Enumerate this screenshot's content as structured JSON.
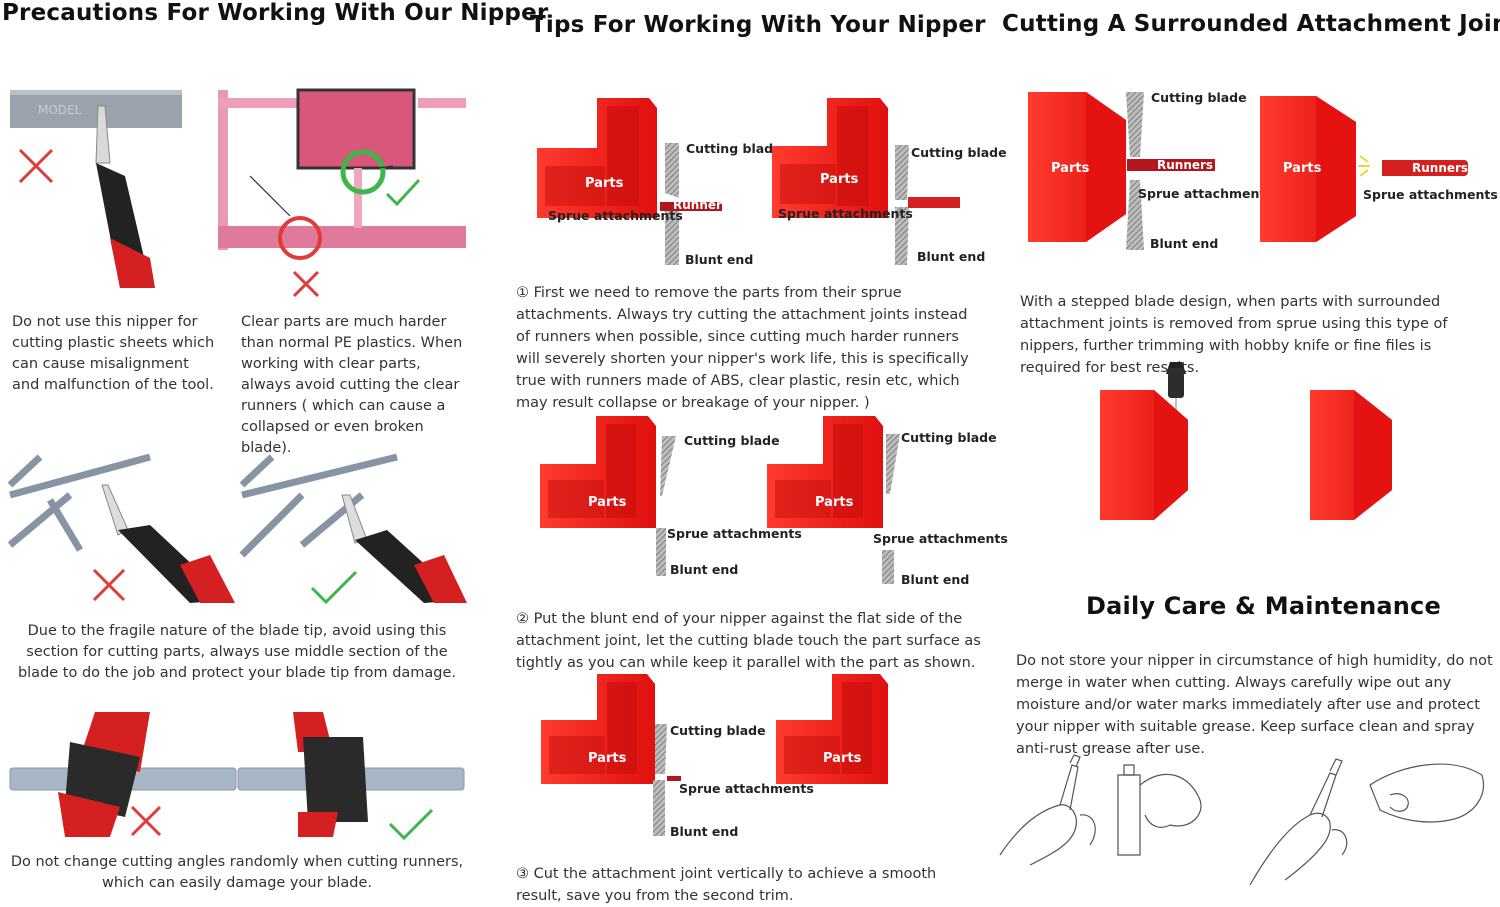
{
  "col1": {
    "heading": "Precautions For Working With Our Nipper",
    "p1": "Do not use this nipper for cutting plastic sheets which can cause misalignment and malfunction of the tool.",
    "p2": "Clear parts are much harder than normal PE plastics. When working with clear parts, always avoid cutting the clear runners ( which can cause a collapsed or even broken blade).",
    "p3": "Due to the fragile nature of the blade tip, avoid using this section for cutting parts, always use  middle section of the blade to do the job and protect your blade tip from damage.",
    "p4": "Do not change cutting angles randomly when cutting runners, which can easily damage your blade."
  },
  "col2": {
    "heading": "Tips For Working With Your Nipper",
    "step1": "① First we need to remove the parts from their sprue attachments. Always try cutting the attachment joints instead of runners when possible, since cutting much harder runners will severely shorten your nipper's work life, this is specifically true with runners made of ABS, clear  plastic, resin etc, which may result collapse or breakage of your nipper. )",
    "step2": "② Put the blunt end of your nipper against the flat side of the attachment joint, let the cutting blade touch the part surface as tightly as you can while keep it parallel with the part as shown.",
    "step3": "③ Cut the attachment joint vertically to achieve a smooth result, save you from the second trim.",
    "labels": {
      "parts": "Parts",
      "cutting_blade": "Cutting blade",
      "sprue": "Sprue attachments",
      "runners": "Runners",
      "blunt": "Blunt end"
    }
  },
  "col3": {
    "heading": "Cutting A Surrounded Attachment Joint",
    "p1": "With a stepped blade design, when parts with surrounded attachment joints is removed from sprue using this type of nippers, further trimming with hobby knife or fine files is required for best results.",
    "heading2": "Daily Care & Maintenance",
    "p2": "Do not store your nipper in circumstance of high humidity, do not merge in water when cutting. Always carefully wipe out any moisture and/or water marks immediately after use and protect your nipper with suitable grease. Keep surface clean and spray anti-rust grease after use."
  },
  "colors": {
    "red": "#e01818",
    "wrong": "#e03a3a",
    "right": "#3fb54a",
    "pink": "#e07a9a"
  }
}
